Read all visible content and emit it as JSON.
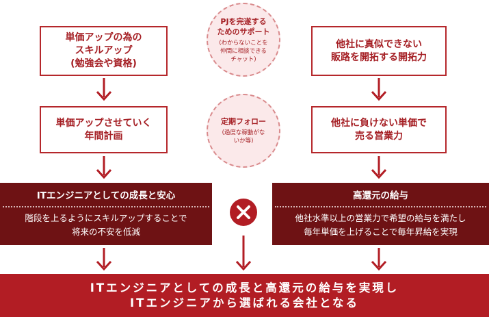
{
  "colors": {
    "primary_red": "#b21d24",
    "dark_maroon": "#6e1214",
    "circle_fill": "#fbe9ea",
    "box_border": "#b5272b"
  },
  "left_column": {
    "box1": "単価アップの為の\nスキルアップ\n(勉強会や資格)",
    "box2": "単価アップさせていく\n年間計画",
    "banner_title": "ITエンジニアとしての成長と安心",
    "banner_body": "階段を上るようにスキルアップすることで\n将来の不安を低減"
  },
  "center_column": {
    "circle1_title": "PJを完遂する\nためのサポート",
    "circle1_sub": "(わからないことを\n仲間に相談できる\nチャット)",
    "circle2_title": "定期フォロー",
    "circle2_sub": "(過度な稼動がな\nいか等)",
    "x_icon": "close-icon"
  },
  "right_column": {
    "box1": "他社に真似できない\n販路を開拓する開拓力",
    "box2": "他社に負けない単価で\n売る営業力",
    "banner_title": "高還元の給与",
    "banner_body": "他社水準以上の営業力で希望の給与を満たし\n毎年単価を上げることで毎年昇給を実現"
  },
  "final": {
    "line1": "ITエンジニアとしての成長と高還元の給与を実現し",
    "line2": "ITエンジニアから選ばれる会社となる"
  }
}
